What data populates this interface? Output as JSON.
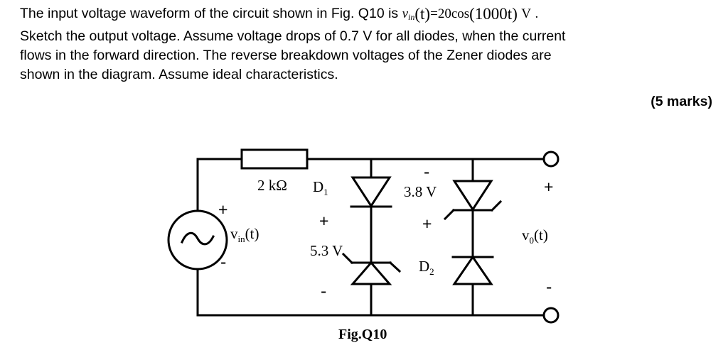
{
  "question": {
    "line1_a": "The input voltage waveform of the circuit shown in Fig. Q10 is",
    "formula": {
      "v": "v",
      "v_sub": "in",
      "of_t": "(t)",
      "equals": "=",
      "amplitude": "20",
      "cos": "cos",
      "arg": "(1000t)",
      "unit": "V",
      "period": "."
    },
    "line2": "Sketch the output voltage. Assume voltage drops of 0.7 V for all diodes, when the current",
    "line3": "flows in the forward direction. The reverse breakdown voltages of the Zener diodes are",
    "line4": "shown in the diagram. Assume ideal characteristics.",
    "marks": "(5 marks)"
  },
  "circuit": {
    "caption": "Fig.Q10",
    "resistor_label": "2 kΩ",
    "source_label": "v",
    "source_label_sub": "in",
    "source_label_tail": "(t)",
    "source_plus": "+",
    "source_minus": "-",
    "d1_label": "D",
    "d1_sub": "1",
    "d2_label": "D",
    "d2_sub": "2",
    "zener1_voltage": "5.3 V",
    "zener1_plus": "+",
    "zener1_minus": "-",
    "zener2_voltage": "3.8 V",
    "zener2_plus": "+",
    "zener2_minus": "-",
    "output_label": "v",
    "output_sub": "0",
    "output_tail": "(t)",
    "output_plus": "+",
    "output_minus": "-",
    "stroke_color": "#000000",
    "background_color": "#ffffff"
  }
}
